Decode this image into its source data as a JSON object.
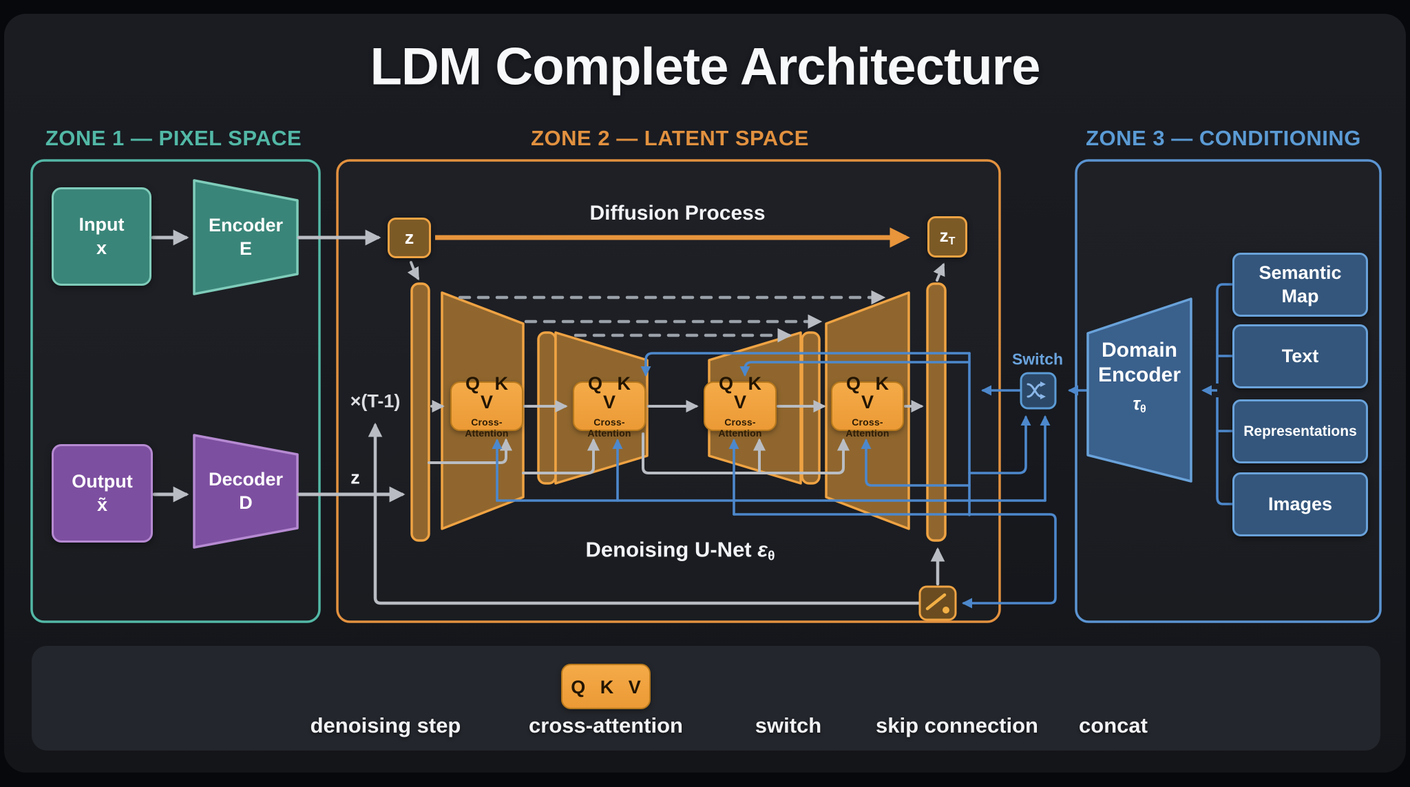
{
  "title": "LDM Complete Architecture",
  "zones": {
    "zone1": {
      "label": "ZONE 1 — PIXEL SPACE",
      "color": "#52b8a6"
    },
    "zone2": {
      "label": "ZONE 2 — LATENT SPACE",
      "color": "#e2913f"
    },
    "zone3": {
      "label": "ZONE 3 — CONDITIONING",
      "color": "#5b9bd5"
    }
  },
  "pixel_space": {
    "input": {
      "line1": "Input",
      "line2": "x"
    },
    "encoder": {
      "line1": "Encoder",
      "line2": "E"
    },
    "output": {
      "line1": "Output",
      "line2": "x̃"
    },
    "decoder": {
      "line1": "Decoder",
      "line2": "D"
    }
  },
  "latent_space": {
    "diffusion_process_label": "Diffusion Process",
    "z_box": "z",
    "zt_box": {
      "base": "z",
      "sub": "T"
    },
    "iteration_label": "×(T-1)",
    "z_line_label": "z",
    "unet_label": {
      "prefix": "Denoising U-Net ",
      "symbol": "ε",
      "sub": "θ"
    },
    "qkv": {
      "heads": "Q K V",
      "caption": "Cross-Attention"
    },
    "switch_label": "Switch"
  },
  "conditioning": {
    "domain_encoder": {
      "line1": "Domain",
      "line2": "Encoder",
      "symbol": "τ",
      "sub": "θ"
    },
    "sources": [
      {
        "line1": "Semantic",
        "line2": "Map"
      },
      {
        "line1": "Text",
        "line2": ""
      },
      {
        "line1": "Representations",
        "line2": ""
      },
      {
        "line1": "Images",
        "line2": ""
      }
    ]
  },
  "legend": {
    "denoising_step": "denoising step",
    "cross_attention": "cross-attention",
    "qkv_heads": "Q K V",
    "switch": "switch",
    "skip_connection": "skip connection",
    "concat": "concat"
  },
  "colors": {
    "teal": "#52b8a6",
    "orange": "#e2913f",
    "blue": "#4d88cc",
    "purple": "#7d4fa0",
    "gray_line": "#b9bdc3",
    "qkv_fill": "#f1a140"
  }
}
